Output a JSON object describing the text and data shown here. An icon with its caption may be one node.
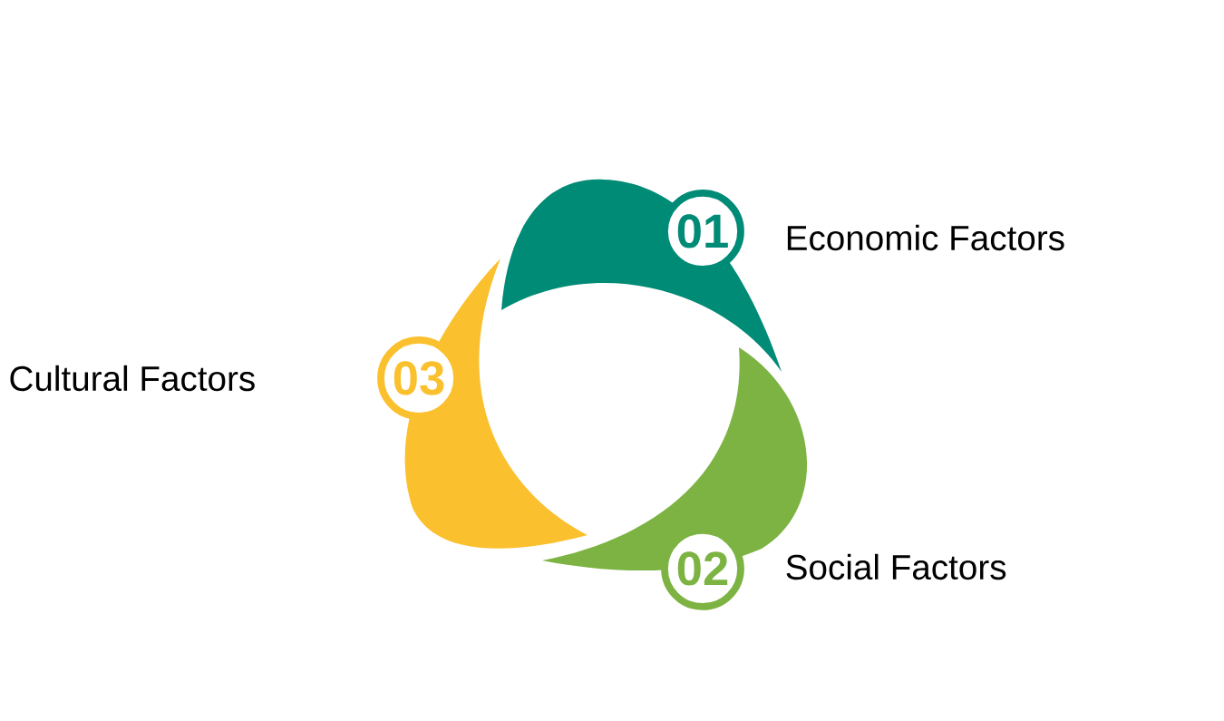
{
  "diagram": {
    "nodes": [
      {
        "text": [
          "01"
        ],
        "beside": [
          "Economic Factors"
        ]
      },
      {
        "text": [
          "02"
        ],
        "beside": [
          "Social Factors"
        ]
      },
      {
        "text": [
          "03"
        ],
        "beside": [
          "Cultural Factors"
        ]
      }
    ]
  }
}
